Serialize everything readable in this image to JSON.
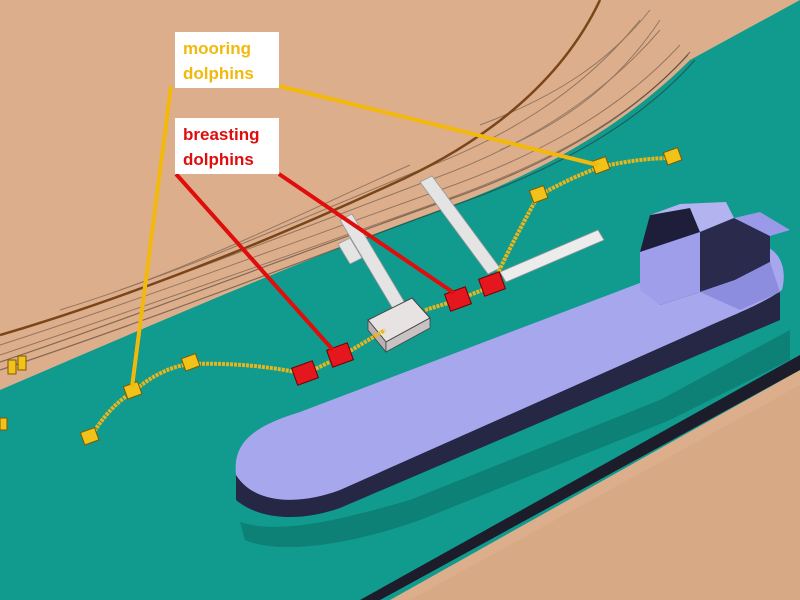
{
  "labels": {
    "mooring": {
      "line1": "mooring",
      "line2": "dolphins"
    },
    "breasting": {
      "line1": "breasting",
      "line2": "dolphins"
    }
  },
  "colors": {
    "terrain": "#dcae8c",
    "water": "#119a8e",
    "ship_hull": "#a7a7ee",
    "ship_shadow": "#262645",
    "platform": "#e8e3e3",
    "trestle": "#e4e4e4",
    "mooring_dolphin": "#f0c21a",
    "breasting_dolphin": "#e4161e",
    "mooring_text": "#f2b90c",
    "breasting_text": "#e00d0d",
    "rail": "#7a4519"
  },
  "icons": [
    "mooring-dolphin-icon",
    "breasting-dolphin-icon",
    "tanker-ship-icon"
  ]
}
